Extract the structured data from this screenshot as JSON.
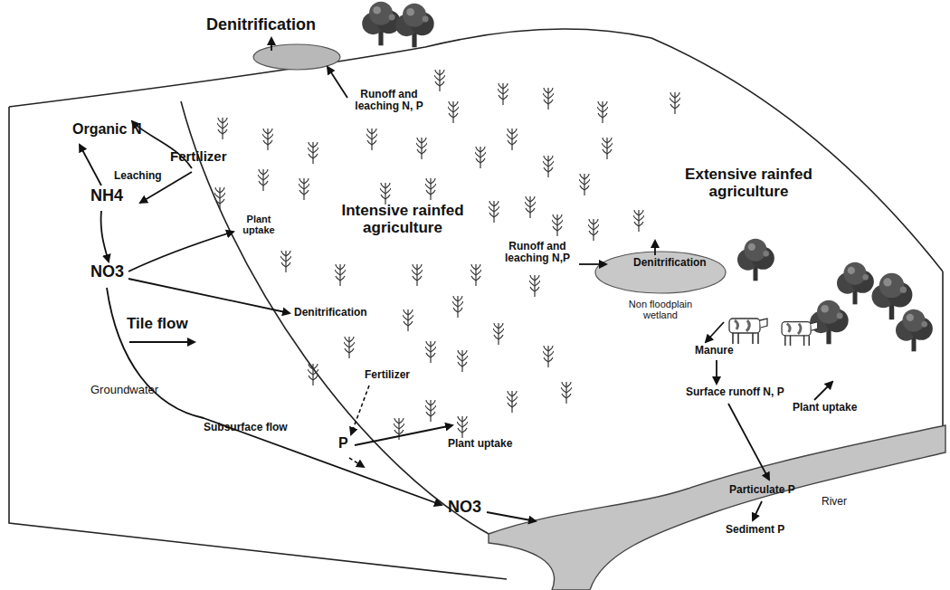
{
  "diagram": {
    "labels": [
      "Denitrification",
      "Runoff and leaching N, P",
      "Organic N",
      "Fertilizer",
      "Leaching",
      "NH4",
      "Intensive rainfed agriculture",
      "Plant uptake",
      "Denitrification",
      "NO3",
      "Tile flow",
      "Groundwater",
      "Subsurface flow",
      "Fertilizer",
      "P",
      "Plant uptake",
      "NO3",
      "Extensive rainfed agriculture",
      "Runoff and leaching N,P",
      "Denitrification",
      "Non floodplain wetland",
      "Manure",
      "Surface runoff N, P",
      "Plant uptake",
      "Particulate P",
      "River",
      "Sediment P"
    ]
  }
}
